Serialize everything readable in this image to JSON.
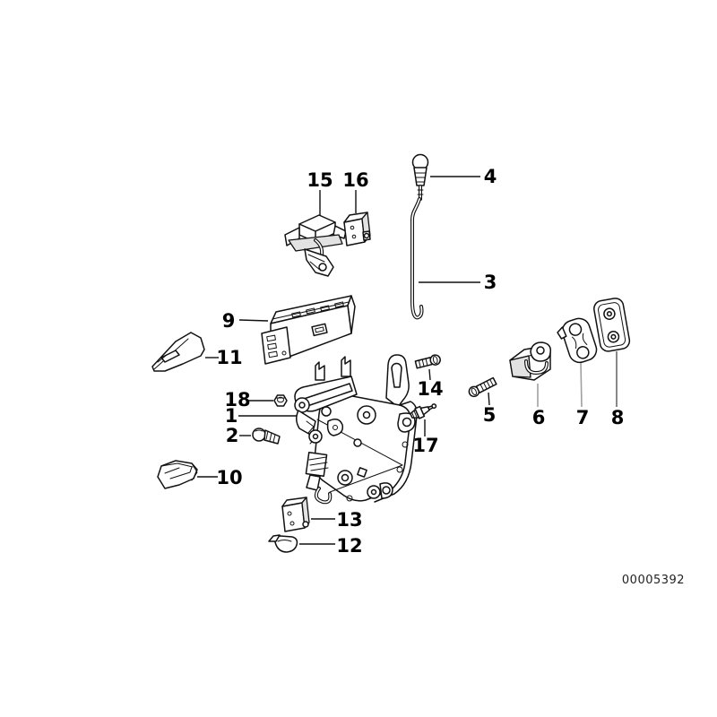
{
  "diagram": {
    "document_number": "00005392",
    "colors": {
      "background": "#ffffff",
      "line": "#111111",
      "leader": "#111111",
      "leader_gray": "#a0a0a0",
      "shade": "#e2e2e2"
    },
    "parts": [
      {
        "id": "1",
        "label": "1"
      },
      {
        "id": "2",
        "label": "2"
      },
      {
        "id": "3",
        "label": "3"
      },
      {
        "id": "4",
        "label": "4"
      },
      {
        "id": "5",
        "label": "5"
      },
      {
        "id": "6",
        "label": "6"
      },
      {
        "id": "7",
        "label": "7"
      },
      {
        "id": "8",
        "label": "8"
      },
      {
        "id": "9",
        "label": "9"
      },
      {
        "id": "10",
        "label": "10"
      },
      {
        "id": "11",
        "label": "11"
      },
      {
        "id": "12",
        "label": "12"
      },
      {
        "id": "13",
        "label": "13"
      },
      {
        "id": "14",
        "label": "14"
      },
      {
        "id": "15",
        "label": "15"
      },
      {
        "id": "16",
        "label": "16"
      },
      {
        "id": "17",
        "label": "17"
      },
      {
        "id": "18",
        "label": "18"
      }
    ]
  }
}
